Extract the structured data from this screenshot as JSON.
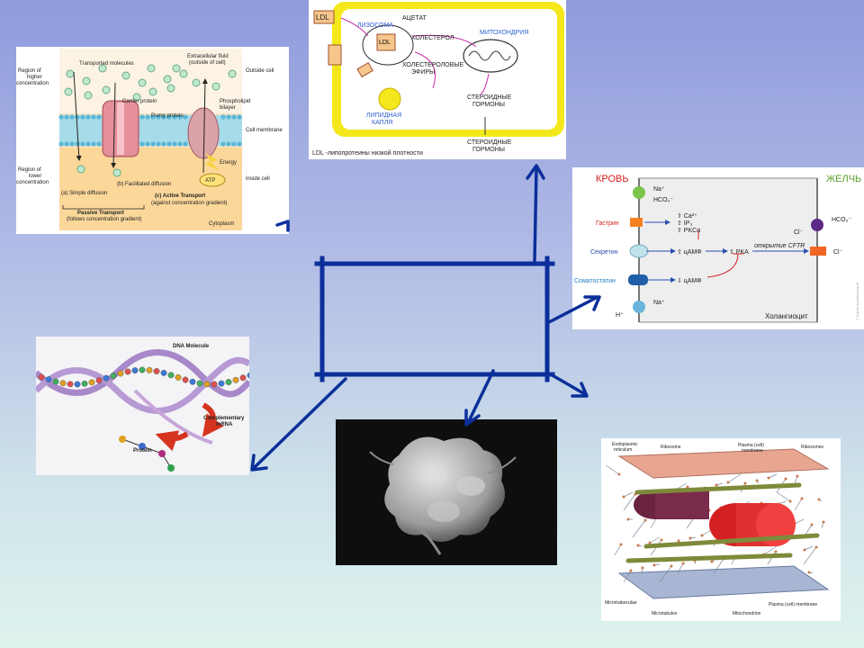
{
  "membrane": {
    "outside_label": "Outside cell",
    "membrane_label": "Cell membrane",
    "inside_label": "Inside cell",
    "higher_label": [
      "Region of",
      "higher",
      "concentration"
    ],
    "lower_label": [
      "Region of",
      "lower",
      "concentration"
    ],
    "transported": "Transported molecules",
    "extracellular": [
      "Extracellular fluid",
      "(outside of cell)"
    ],
    "carrier": "Carrier protein",
    "pump": "Pump protein",
    "phospholipid": [
      "Phospholipid",
      "bilayer"
    ],
    "energy": "Energy",
    "atp": "ATP",
    "simple": "(a) Simple diffusion",
    "facilitated": "(b) Facilitated diffusion",
    "active": "(c) Active Transport",
    "active_sub": "(against concentration gradient)",
    "passive": "Passive Transport",
    "passive_sub": "(follows concentration gradient)",
    "cytoplasm": "Cytoplasm"
  },
  "ldl": {
    "ldl": "LDL",
    "acetate": "АЦЕТАТ",
    "lysosome": "ЛИЗОСОМА",
    "cholesterol": "ХОЛЕСТЕРОЛ",
    "mitochondria": "МИТОХОНДРИЯ",
    "esters": [
      "ХОЛЕСТЕРОЛОВЫЕ",
      "ЭФИРЫ"
    ],
    "steroid": [
      "СТЕРОИДНЫЕ",
      "ГОРМОНЫ"
    ],
    "lipid": [
      "ЛИПИДНАЯ",
      "КАПЛЯ"
    ],
    "caption": "LDL -липопротеины низкой плотности"
  },
  "cholangiocyte": {
    "blood": "КРОВЬ",
    "bile": "ЖЕЛЧЬ",
    "na": "Na⁺",
    "hco3": "HCO₃⁻",
    "gastrin": "Гастрин",
    "secretin": "Секретин",
    "somatostatin": "Соматостатин",
    "h": "H⁺",
    "ca": "⇧ Ca²⁺",
    "ip3": "⇧ IP₃",
    "pkc": "⇧ PKCα",
    "camp_up": "⇧ цАМФ",
    "camp_down": "⇩ цАМФ",
    "pka": "⇧ PKA",
    "cftr": "открытие CFTR",
    "cl": "Cl⁻",
    "cell": "Холангиоцит",
    "copyright": "© Юрий Кораблевский"
  },
  "dna": {
    "title": "DNA Molecule",
    "mrna": [
      "Complementary",
      "mRNA"
    ],
    "protein": "Protein"
  },
  "cytoskeleton": {
    "er": [
      "Endoplasmic",
      "reticulum"
    ],
    "ribosome": "Ribosome",
    "plasma_top": [
      "Plasma (cell)",
      "membrane"
    ],
    "ribosomes": "Ribosomes",
    "microtrabeculae": "Microtrabeculae",
    "microtubules": "Microtubules",
    "mitochondrion": "Mitochondrion",
    "plasma_bottom": "Plasma (cell) membrane"
  },
  "colors": {
    "arrow": "#0b2f9a",
    "membrane_bg": "#fbd79a",
    "ldl_yellow": "#f4e81c",
    "blood_red": "#d42020",
    "bile_green": "#5aa02c"
  }
}
